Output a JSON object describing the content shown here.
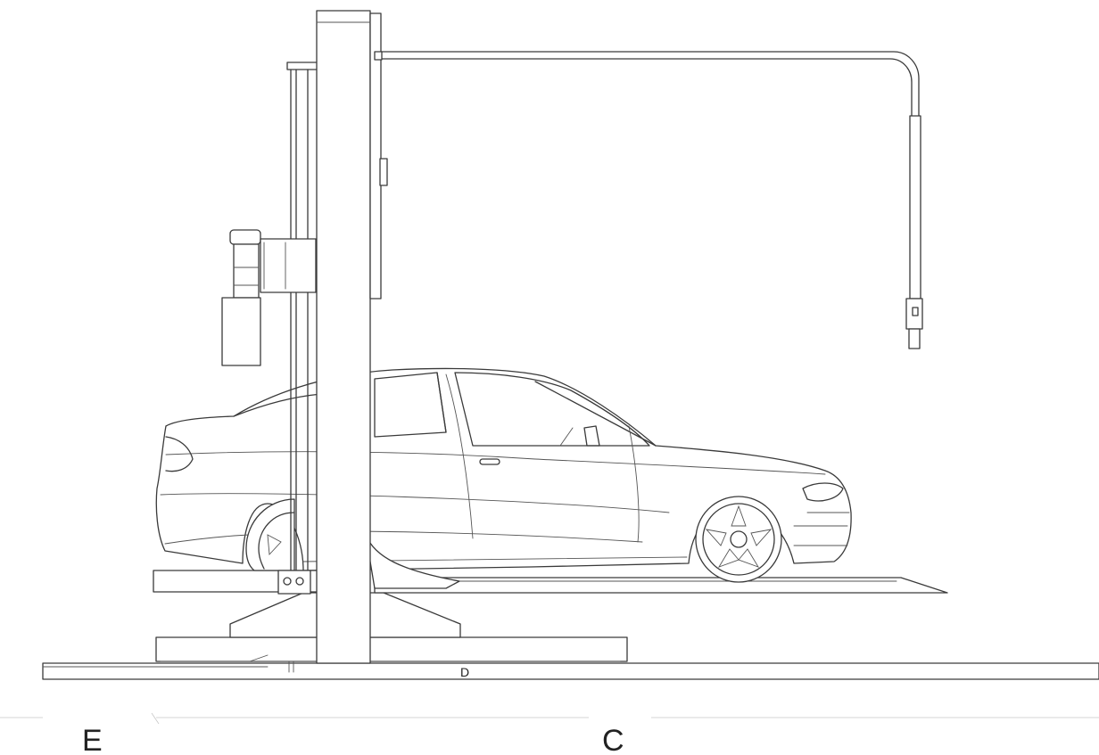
{
  "labels": {
    "e": "E",
    "c": "C",
    "d": "D"
  }
}
